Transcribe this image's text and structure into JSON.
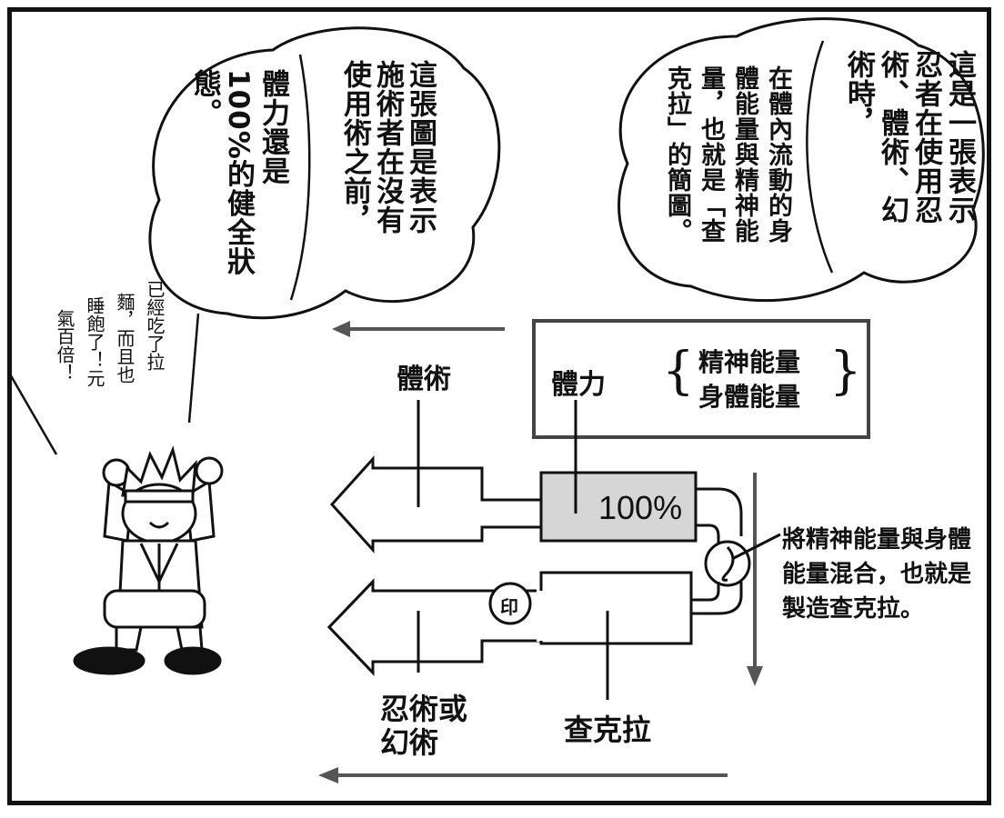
{
  "bubbles": {
    "left_column_1": "這張圖是表示",
    "left_column_2": "施術者在沒有",
    "left_column_3": "使用術之前，",
    "left_column_4": "體力還是",
    "left_column_5": "100%的健全狀",
    "left_column_6": "態。",
    "right_column_1": "這是一張表示",
    "right_column_2": "忍者在使用忍",
    "right_column_3": "術、體術、幻",
    "right_column_4": "術時，",
    "right_column_5": "在體內流動的身",
    "right_column_6": "體能量與精神能",
    "right_column_7": "量，也就是「查",
    "right_column_8": "克拉」的簡圖。"
  },
  "character_shout": {
    "column_1": "已經吃了拉",
    "column_2": "麵，而且也",
    "column_3": "睡飽了！元",
    "column_4": "氣百倍！"
  },
  "diagram": {
    "taijutsu_label": "體術",
    "stamina_label": "體力",
    "spiritual_energy": "精神能量",
    "physical_energy": "身體能量",
    "percent": "100%",
    "seal_label": "印",
    "ninjutsu_label_line1": "忍術或",
    "ninjutsu_label_line2": "幻術",
    "chakra_label": "查克拉",
    "mix_note": "將精神能量與身體能量混合，也就是製造查克拉。"
  }
}
